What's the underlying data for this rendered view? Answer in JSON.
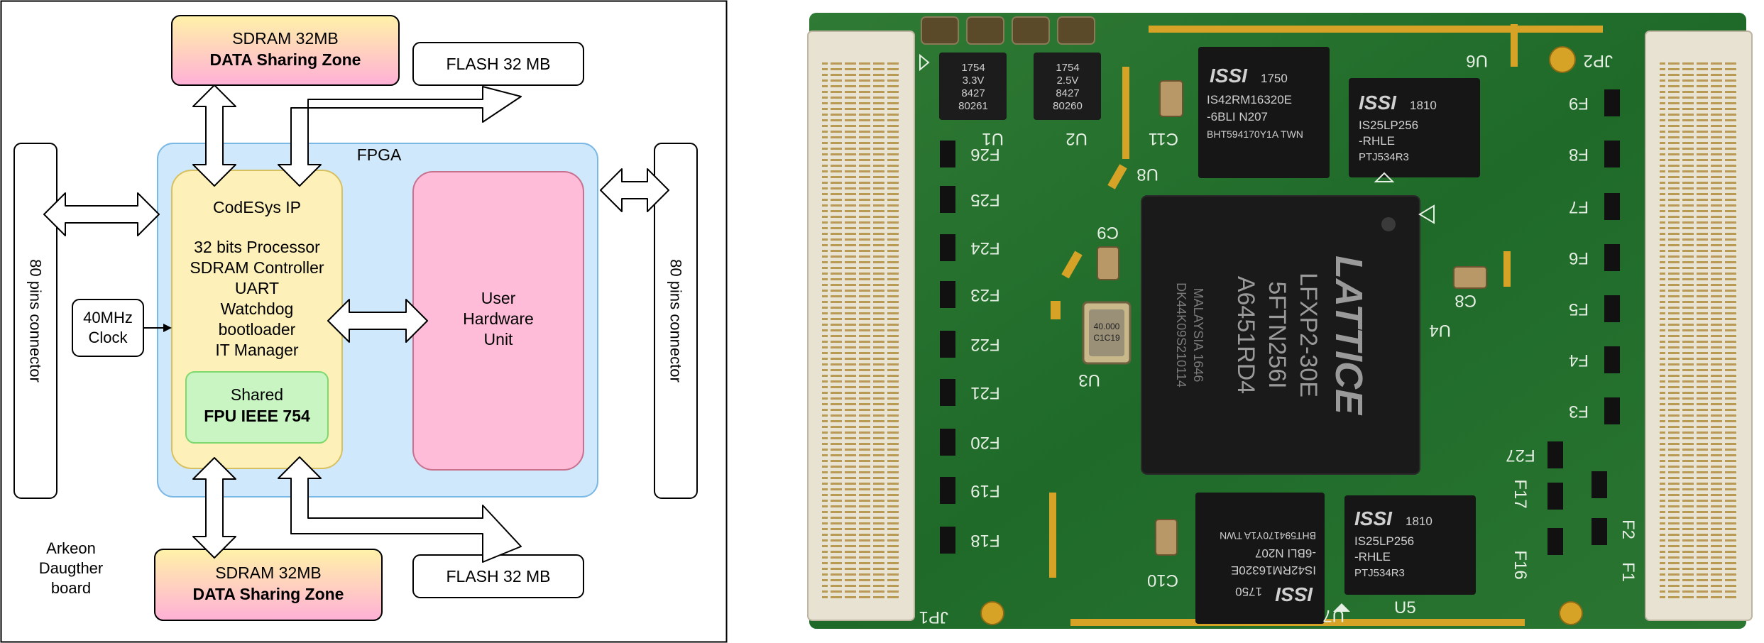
{
  "diagram": {
    "fpga_label": "FPGA",
    "sdram_top": {
      "line1": "SDRAM 32MB",
      "line2": "DATA Sharing Zone"
    },
    "sdram_bottom": {
      "line1": "SDRAM 32MB",
      "line2": "DATA Sharing Zone"
    },
    "flash_top": "FLASH 32 MB",
    "flash_bottom": "FLASH 32 MB",
    "connector_left": "80 pins connector",
    "connector_right": "80 pins connector",
    "clock": {
      "line1": "40MHz",
      "line2": "Clock"
    },
    "codesys": {
      "title": "CodESys IP",
      "items": [
        "32 bits Processor",
        "SDRAM Controller",
        "UART",
        "Watchdog",
        "bootloader",
        "IT Manager"
      ]
    },
    "shared": {
      "line1": "Shared",
      "line2": "FPU IEEE 754"
    },
    "user_unit": {
      "line1": "User",
      "line2": "Hardware",
      "line3": "Unit"
    },
    "board": {
      "line1": "Arkeon",
      "line2": "Daugther",
      "line3": "board"
    }
  },
  "photo": {
    "chips": {
      "lattice": {
        "brand": "LATTICE",
        "line1": "LFXP2-30E",
        "line2": "5FTN256I",
        "line3": "A6451RD4",
        "side1": "MALAYSIA 1646",
        "side2": "DK44K09S210114"
      },
      "issi_top_left": {
        "brand": "ISSI",
        "year": "1750",
        "line1": "IS42RM16320E",
        "line2": "-6BLI  N207",
        "line3": "BHT594170Y1A  TWN"
      },
      "issi_top_right": {
        "brand": "ISSI",
        "year": "1810",
        "line1": "IS25LP256",
        "line2": "-RHLE",
        "line3": "PTJ534R3"
      },
      "issi_bottom_left": {
        "brand": "ISSI",
        "year": "1750",
        "line1": "IS42RM16320E",
        "line2": "-6BLI  N207",
        "line3": "BHT594170Y1A  TWN"
      },
      "issi_bottom_right": {
        "brand": "ISSI",
        "year": "1810",
        "line1": "IS25LP256",
        "line2": "-RHLE",
        "line3": "PTJ534R3"
      },
      "u1": {
        "line1": "1754",
        "line2": "3.3V",
        "line3": "8427",
        "line4": "80261"
      },
      "u2": {
        "line1": "1754",
        "line2": "2.5V",
        "line3": "8427",
        "line4": "80260"
      },
      "osc": {
        "line1": "40.000",
        "line2": "C1C19"
      }
    },
    "labels": {
      "u1": "U1",
      "u2": "U2",
      "u3": "U3",
      "u4": "U4",
      "u5": "U5",
      "u6": "U6",
      "u7": "U7",
      "u8": "U8",
      "c8": "C8",
      "c9": "C9",
      "c10": "C10",
      "c11": "C11",
      "jp1": "JP1",
      "jp2": "JP2",
      "left_f": [
        "F26",
        "F25",
        "F24",
        "F23",
        "F22",
        "F21",
        "F20",
        "F19",
        "F18"
      ],
      "right_f": [
        "F9",
        "F8",
        "F7",
        "F6",
        "F5",
        "F4",
        "F3"
      ],
      "f27": "F27",
      "f17": "F17",
      "f16": "F16",
      "f1": "F1",
      "f2": "F2"
    }
  }
}
